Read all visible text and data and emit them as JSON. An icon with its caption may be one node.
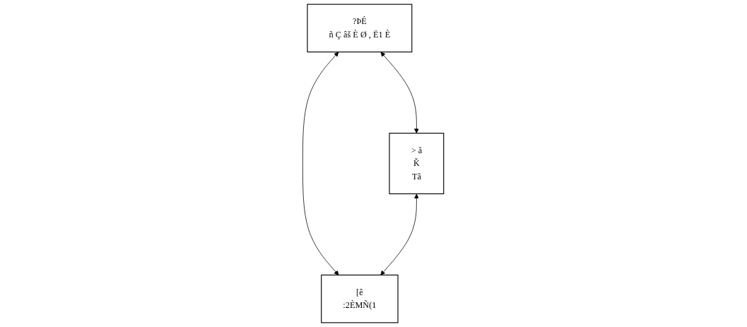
{
  "diagram": {
    "nodes": [
      {
        "text": [
          "?ÞÉ",
          "ñ Ç âš È Ø , Ë1 È"
        ]
      },
      {
        "text": [
          "> ã",
          "Ǩ",
          "Tã"
        ]
      },
      {
        "text": [
          "[ê",
          ":2ÈMÑ(1"
        ]
      }
    ],
    "edges": [
      {
        "from": 0,
        "to": 1,
        "arrow": "both"
      },
      {
        "from": 0,
        "to": 2,
        "arrow": "both"
      },
      {
        "from": 1,
        "to": 2,
        "arrow": "both"
      }
    ]
  }
}
